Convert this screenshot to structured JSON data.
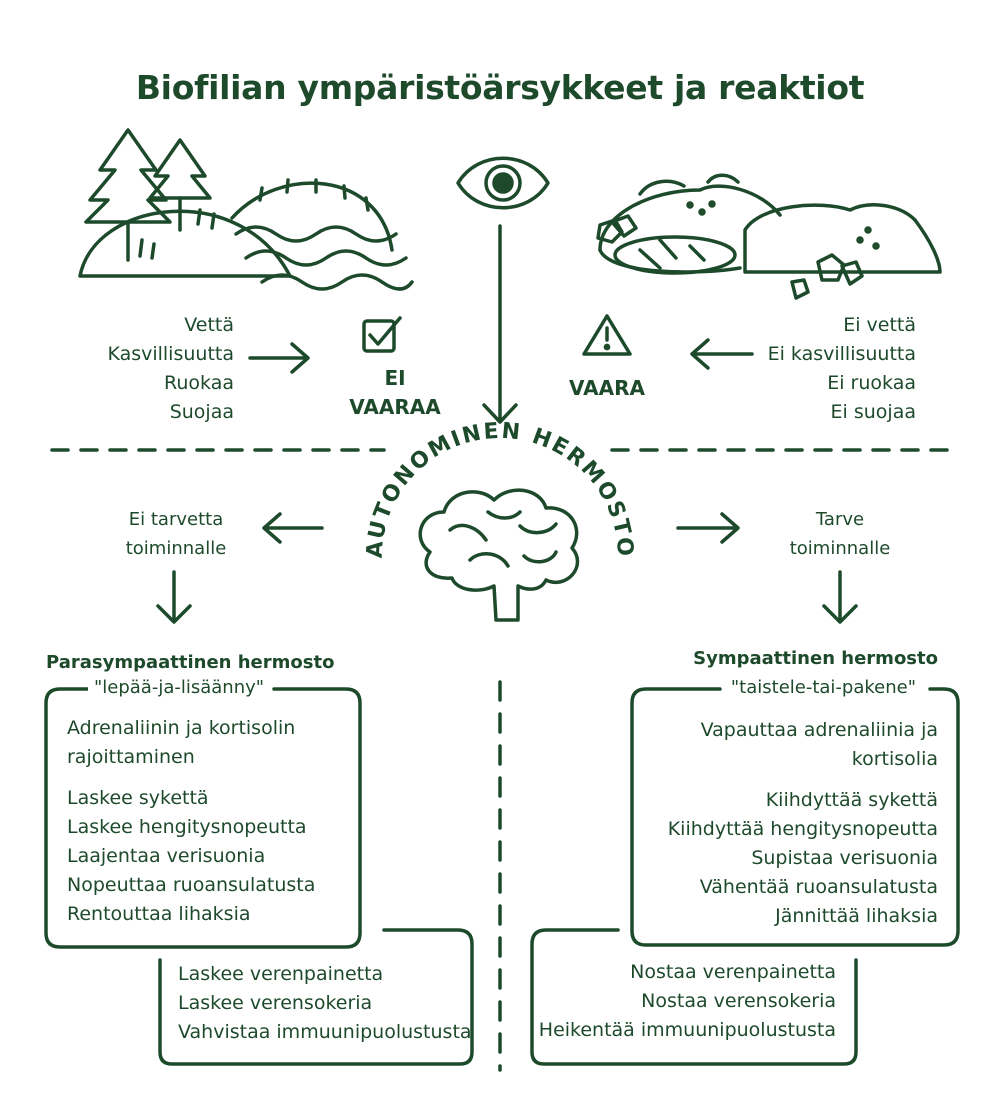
{
  "title": "Biofilian ympäristöärsykkeet ja reaktiot",
  "left_stimuli": [
    "Vettä",
    "Kasvillisuutta",
    "Ruokaa",
    "Suojaa"
  ],
  "right_stimuli": [
    "Ei vettä",
    "Ei kasvillisuutta",
    "Ei ruokaa",
    "Ei suojaa"
  ],
  "no_danger": {
    "line1": "EI",
    "line2": "VAARAA"
  },
  "danger": "VAARA",
  "center_label": "AUTONOMINEN HERMOSTO",
  "left_need": {
    "line1": "Ei tarvetta",
    "line2": "toiminnalle"
  },
  "right_need": {
    "line1": "Tarve",
    "line2": "toiminnalle"
  },
  "parasympathetic": {
    "title": "Parasympaattinen hermosto",
    "motto": "\"lepää-ja-lisäänny\"",
    "lead": [
      "Adrenaliinin ja kortisolin",
      "rajoittaminen"
    ],
    "effects": [
      "Laskee sykettä",
      "Laskee hengitysnopeutta",
      "Laajentaa verisuonia",
      "Nopeuttaa ruoansulatusta",
      "Rentouttaa lihaksia"
    ],
    "extra": [
      "Laskee verenpainetta",
      "Laskee verensokeria",
      "Vahvistaa immuunipuolustusta"
    ]
  },
  "sympathetic": {
    "title": "Sympaattinen hermosto",
    "motto": "\"taistele-tai-pakene\"",
    "lead": [
      "Vapauttaa adrenaliinia ja",
      "kortisolia"
    ],
    "effects": [
      "Kiihdyttää sykettä",
      "Kiihdyttää hengitysnopeutta",
      "Supistaa verisuonia",
      "Vähentää ruoansulatusta",
      "Jännittää lihaksia"
    ],
    "extra": [
      "Nostaa verenpainetta",
      "Nostaa verensokeria",
      "Heikentää immuunipuolustusta"
    ]
  },
  "colors": {
    "ink": "#1e4a2c",
    "background": "#ffffff"
  }
}
